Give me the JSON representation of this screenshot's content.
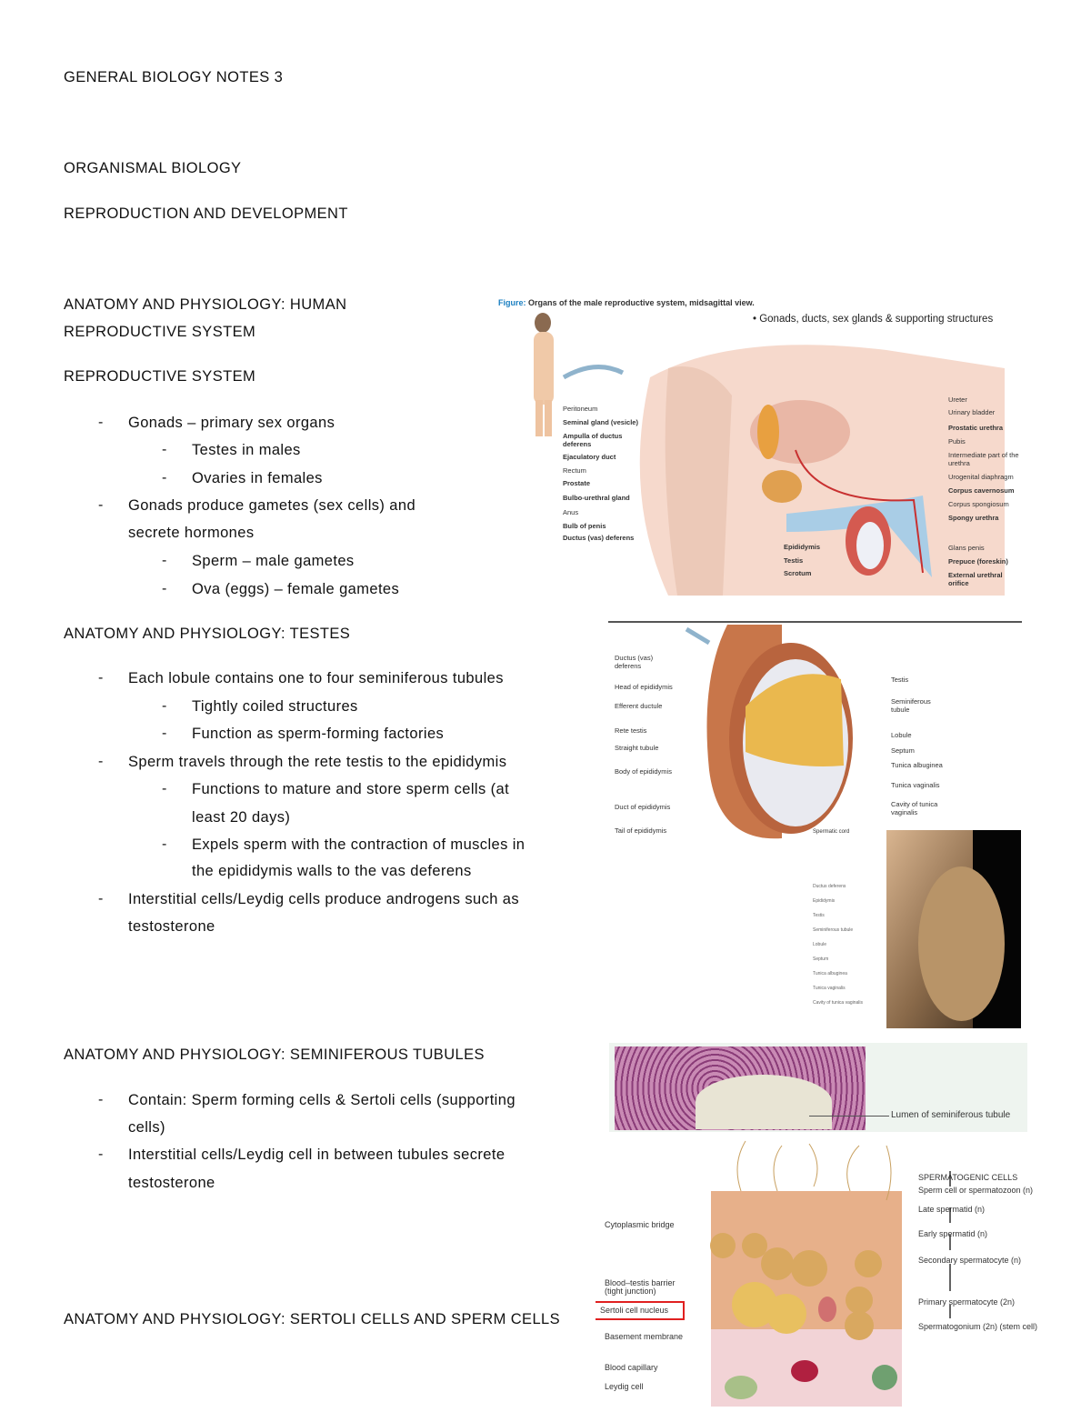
{
  "title": "GENERAL BIOLOGY NOTES 3",
  "section": "ORGANISMAL BIOLOGY",
  "subsection": "REPRODUCTION AND DEVELOPMENT",
  "blocks": [
    {
      "heading_lines": [
        "ANATOMY AND PHYSIOLOGY: HUMAN",
        "REPRODUCTIVE SYSTEM"
      ]
    },
    {
      "heading": "REPRODUCTIVE SYSTEM"
    }
  ],
  "repro": {
    "b1": "Gonads – primary sex organs",
    "b1a": "Testes in males",
    "b1b": "Ovaries in females",
    "b2": [
      "Gonads produce gametes (sex cells) and",
      "secrete hormones"
    ],
    "b2a": "Sperm – male gametes",
    "b2b": "Ova (eggs) – female gametes"
  },
  "testes": {
    "heading": "ANATOMY AND PHYSIOLOGY: TESTES",
    "b1": "Each lobule contains one to four seminiferous tubules",
    "b1a": "Tightly coiled structures",
    "b1b": "Function as sperm-forming factories",
    "b2": "Sperm travels through the rete testis to the epididymis",
    "b2a": [
      "Functions to mature and store sperm cells (at",
      "least 20 days)"
    ],
    "b2b": [
      "Expels sperm with the contraction of muscles in",
      "the epididymis walls to the vas deferens"
    ],
    "b3": [
      "Interstitial cells/Leydig cells produce androgens such as",
      "testosterone"
    ]
  },
  "tubules": {
    "heading": "ANATOMY AND PHYSIOLOGY: SEMINIFEROUS TUBULES",
    "b1": [
      "Contain: Sperm forming cells & Sertoli cells (supporting",
      "cells)"
    ],
    "b2": [
      "Interstitial cells/Leydig cell in between tubules secrete",
      "testosterone"
    ]
  },
  "sertoli": {
    "heading": "ANATOMY AND PHYSIOLOGY: SERTOLI CELLS AND SPERM CELLS"
  },
  "dash": "-",
  "fig1": {
    "caption_prefix": "Figure:",
    "caption": "Organs of the male reproductive system, midsagittal view.",
    "bullet": "• Gonads, ducts, sex glands & supporting structures",
    "left_labels": [
      "Peritoneum",
      "Seminal gland (vesicle)",
      "Ampulla of ductus deferens",
      "Ejaculatory duct",
      "Rectum",
      "Prostate",
      "Bulbo-urethral gland",
      "Anus",
      "Bulb of penis",
      "Ductus (vas) deferens"
    ],
    "right_labels": [
      "Ureter",
      "Urinary bladder",
      "Prostatic urethra",
      "Pubis",
      "Intermediate part of the urethra",
      "Urogenital diaphragm",
      "Corpus cavernosum",
      "Corpus spongiosum",
      "Spongy urethra",
      "Glans penis",
      "Prepuce (foreskin)",
      "External urethral orifice"
    ],
    "bottom_labels": [
      "Epididymis",
      "Testis",
      "Scrotum"
    ],
    "caption_color": "#1a7fc1"
  },
  "fig2": {
    "left_labels": [
      "Ductus (vas) deferens",
      "Head of epididymis",
      "Efferent ductule",
      "Rete testis",
      "Straight tubule",
      "Body of epididymis",
      "Duct of epididymis",
      "Tail of epididymis"
    ],
    "right_labels": [
      "Testis",
      "Seminiferous tubule",
      "Lobule",
      "Septum",
      "Tunica albuginea",
      "Tunica vaginalis",
      "Cavity of tunica vaginalis"
    ],
    "cord_label": "Spermatic cord"
  },
  "fig3": {
    "labels": [
      "Ductus deferens",
      "Epididymis",
      "Testis",
      "Seminiferous tubule",
      "Lobule",
      "Septum",
      "Tunica albuginea",
      "Tunica vaginalis",
      "Cavity of tunica vaginalis"
    ]
  },
  "fig4": {
    "label": "Lumen of seminiferous tubule"
  },
  "fig5": {
    "left_labels": [
      "Cytoplasmic bridge",
      "Blood–testis barrier (tight junction)",
      "Sertoli cell nucleus",
      "Basement membrane",
      "Blood capillary",
      "Leydig cell"
    ],
    "heading": "SPERMATOGENIC CELLS",
    "right_labels": [
      "Sperm cell or spermatozoon (n)",
      "Late spermatid (n)",
      "Early spermatid (n)",
      "Secondary spermatocyte (n)",
      "Primary spermatocyte (2n)",
      "Spermatogonium (2n) (stem cell)"
    ],
    "highlight_color": "#e02020"
  }
}
